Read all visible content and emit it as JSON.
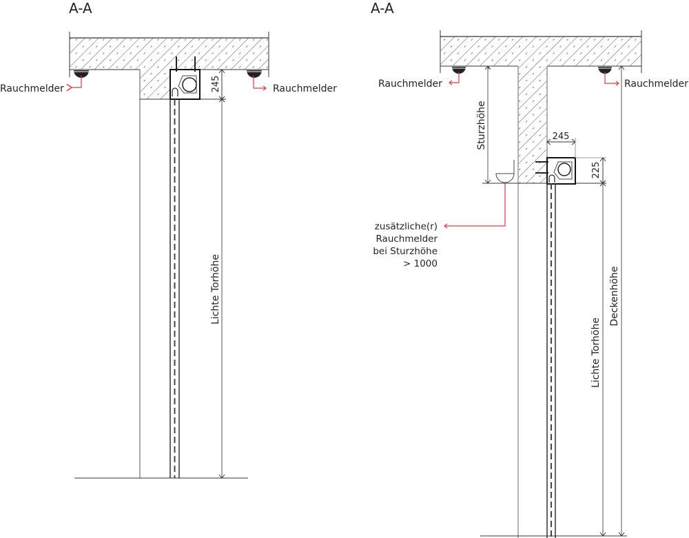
{
  "left_section": {
    "title": "A-A",
    "smoke_detector_left_label": "Rauchmelder",
    "smoke_detector_right_label": "Rauchmelder",
    "box_height_dim": "245",
    "clear_height_label": "Lichte Torhöhe"
  },
  "right_section": {
    "title": "A-A",
    "smoke_detector_left_label": "Rauchmelder",
    "smoke_detector_right_label": "Rauchmelder",
    "lintel_height_label": "Sturzhöhe",
    "box_width_dim": "245",
    "box_height_dim": "225",
    "additional_note": [
      "zusätzliche(r)",
      "Rauchmelder",
      "bei Sturzhöhe",
      "> 1000"
    ],
    "clear_height_label": "Lichte Torhöhe",
    "ceiling_height_label": "Deckenhöhe"
  },
  "colors": {
    "leader_red": "#e0393e",
    "line": "#333333",
    "hatch": "#555555"
  }
}
